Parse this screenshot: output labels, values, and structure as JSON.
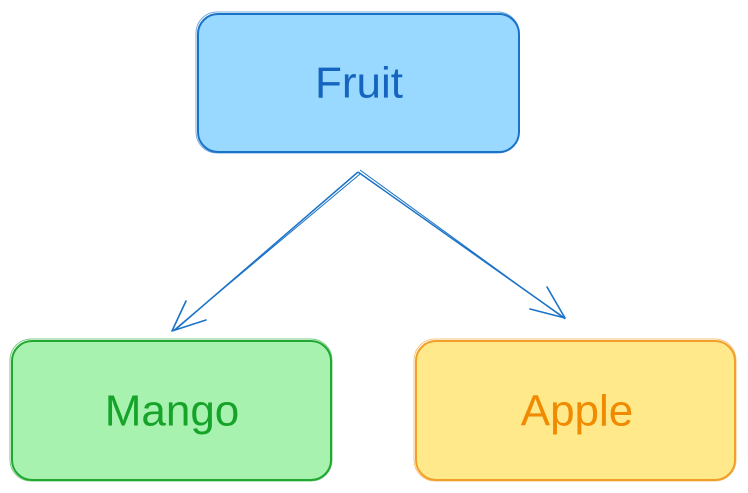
{
  "diagram": {
    "nodes": {
      "fruit": {
        "label": "Fruit",
        "fill": "#99d9ff",
        "stroke": "#1a73c8",
        "text_color": "#1565c0"
      },
      "mango": {
        "label": "Mango",
        "fill": "#a6f2ae",
        "stroke": "#22a832",
        "text_color": "#16a329"
      },
      "apple": {
        "label": "Apple",
        "fill": "#ffe98a",
        "stroke": "#f0a02a",
        "text_color": "#f08a00"
      }
    },
    "edges": [
      {
        "from": "Fruit",
        "to": "Mango"
      },
      {
        "from": "Fruit",
        "to": "Apple"
      }
    ],
    "edge_color": "#1a73c8"
  }
}
